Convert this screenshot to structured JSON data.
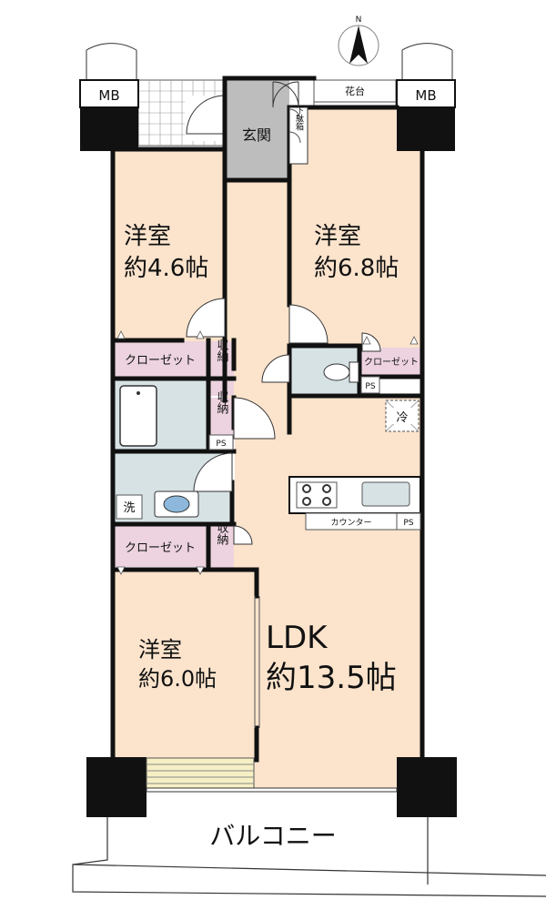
{
  "compass": {
    "north_label": "N"
  },
  "labels": {
    "mb_left": "MB",
    "mb_right": "MB",
    "flower_box": "花台",
    "genkan": "玄関",
    "shoe_box": "下駄箱",
    "room_nw_name": "洋室",
    "room_nw_size": "約4.6帖",
    "room_ne_name": "洋室",
    "room_ne_size": "約6.8帖",
    "closet_1": "クローゼット",
    "closet_2": "クローゼット",
    "closet_3": "クローゼット",
    "storage_1": "収納",
    "storage_2": "収納",
    "storage_3": "収納",
    "ps_1": "PS",
    "ps_2": "PS",
    "ps_3": "PS",
    "fridge": "冷",
    "washer": "洗",
    "counter": "カウンター",
    "room_sw_name": "洋室",
    "room_sw_size": "約6.0帖",
    "ldk_name": "LDK",
    "ldk_size": "約13.5帖",
    "balcony": "バルコニー"
  },
  "colors": {
    "room_fill": "#fbe3cc",
    "closet_fill": "#ecd3df",
    "wet_fill": "#d7e2e5",
    "genkan_fill": "#bdbdbd",
    "wall": "#111111"
  }
}
